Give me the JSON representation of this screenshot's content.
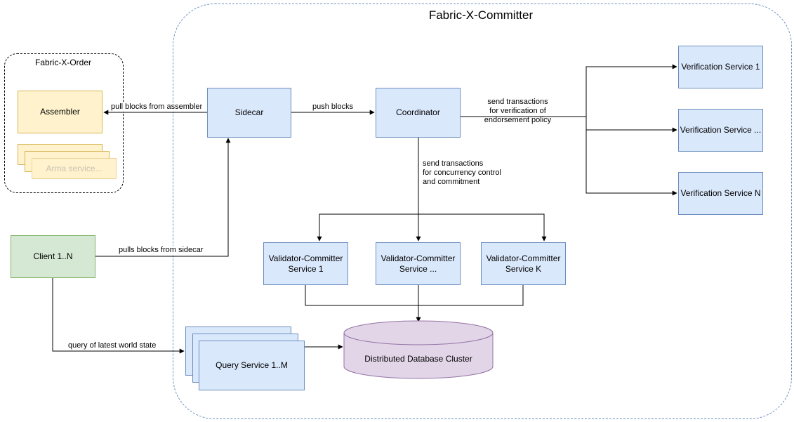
{
  "groups": {
    "committer_title": "Fabric-X-Committer",
    "order_title": "Fabric-X-Order"
  },
  "nodes": {
    "assembler": "Assembler",
    "arma": "Arma service...",
    "sidecar": "Sidecar",
    "coordinator": "Coordinator",
    "verification_1": "Verification Service 1",
    "verification_mid": "Verification Service ...",
    "verification_n": "Verification Service N",
    "client": "Client 1..N",
    "vc_1": "Validator-Committer Service 1",
    "vc_mid": "Validator-Committer Service ...",
    "vc_k": "Validator-Committer Service K",
    "query": "Query Service 1..M",
    "database": "Distributed Database Cluster"
  },
  "edges": {
    "pull_assembler": "pull blocks from assembler",
    "push_blocks": "push blocks",
    "send_verification": [
      "send transactions",
      "for verification of",
      "endorsement policy"
    ],
    "send_concurrency": [
      "send transactions",
      "for concurrency control",
      "and commitment"
    ],
    "pulls_sidecar": "pulls blocks from sidecar",
    "query_state": "query of latest world state"
  },
  "colors": {
    "blue_fill": "#dae8fc",
    "blue_stroke": "#6c8ebf",
    "yellow_fill": "#fff2cc",
    "yellow_stroke": "#d6b656",
    "green_fill": "#d5e8d4",
    "green_stroke": "#82b366",
    "purple_fill": "#e1d5e7",
    "purple_stroke": "#9673a6"
  }
}
